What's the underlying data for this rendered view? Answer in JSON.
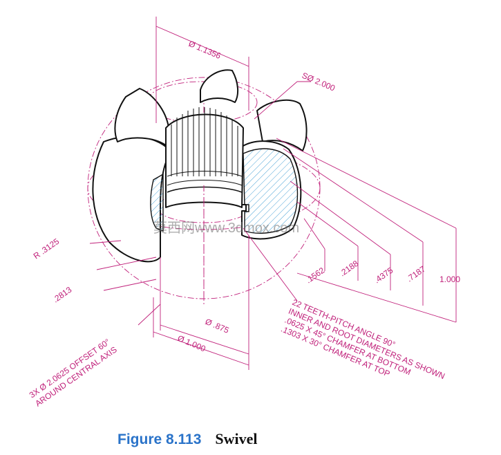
{
  "figure": {
    "number": "Figure 8.113",
    "title": "Swivel"
  },
  "colors": {
    "dimension": "#c0207a",
    "outline": "#111111",
    "section_hatch": "#4aa3d6",
    "caption_number": "#2a73c9"
  },
  "dimensions": {
    "top_diameter": "Ø 1.1356",
    "sphere_diameter": "SØ 2.000",
    "radius": "R .3125",
    "offset": ".2813",
    "inner_diameter": "Ø .875",
    "outer_diameter": "Ø 1.000",
    "height_1562": ".1562",
    "height_2188": ".2188",
    "height_4375": ".4375",
    "height_7187": ".7187",
    "height_1000": "1.000"
  },
  "notes": {
    "teeth_line1": "22 TEETH-PITCH ANGLE 90°",
    "teeth_line2": "INNER AND ROOT DIAMETERS AS SHOWN",
    "teeth_line3": ".0625 X 45° CHAMFER AT BOTTOM",
    "teeth_line4": ".1303 X  30° CHAMFER AT TOP",
    "holes_line1": "3X Ø 2.0625 OFFSET 60°",
    "holes_line2": "AROUND CENTRAL AXIS"
  },
  "watermark": "莫西网www.3dmox.com"
}
